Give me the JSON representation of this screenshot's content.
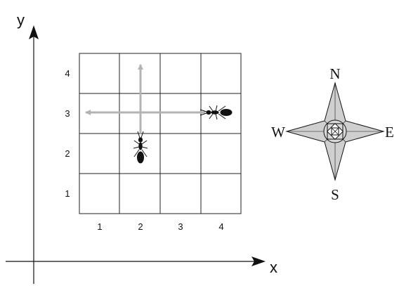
{
  "axes": {
    "x_label": "x",
    "y_label": "y"
  },
  "grid": {
    "columns": [
      "1",
      "2",
      "3",
      "4"
    ],
    "rows": [
      "1",
      "2",
      "3",
      "4"
    ]
  },
  "compass": {
    "north": "N",
    "south": "S",
    "east": "E",
    "west": "W"
  },
  "colors": {
    "ink": "#111111",
    "arrow_gray": "#b3b3b3",
    "compass_fill": "#cfcfcf"
  }
}
